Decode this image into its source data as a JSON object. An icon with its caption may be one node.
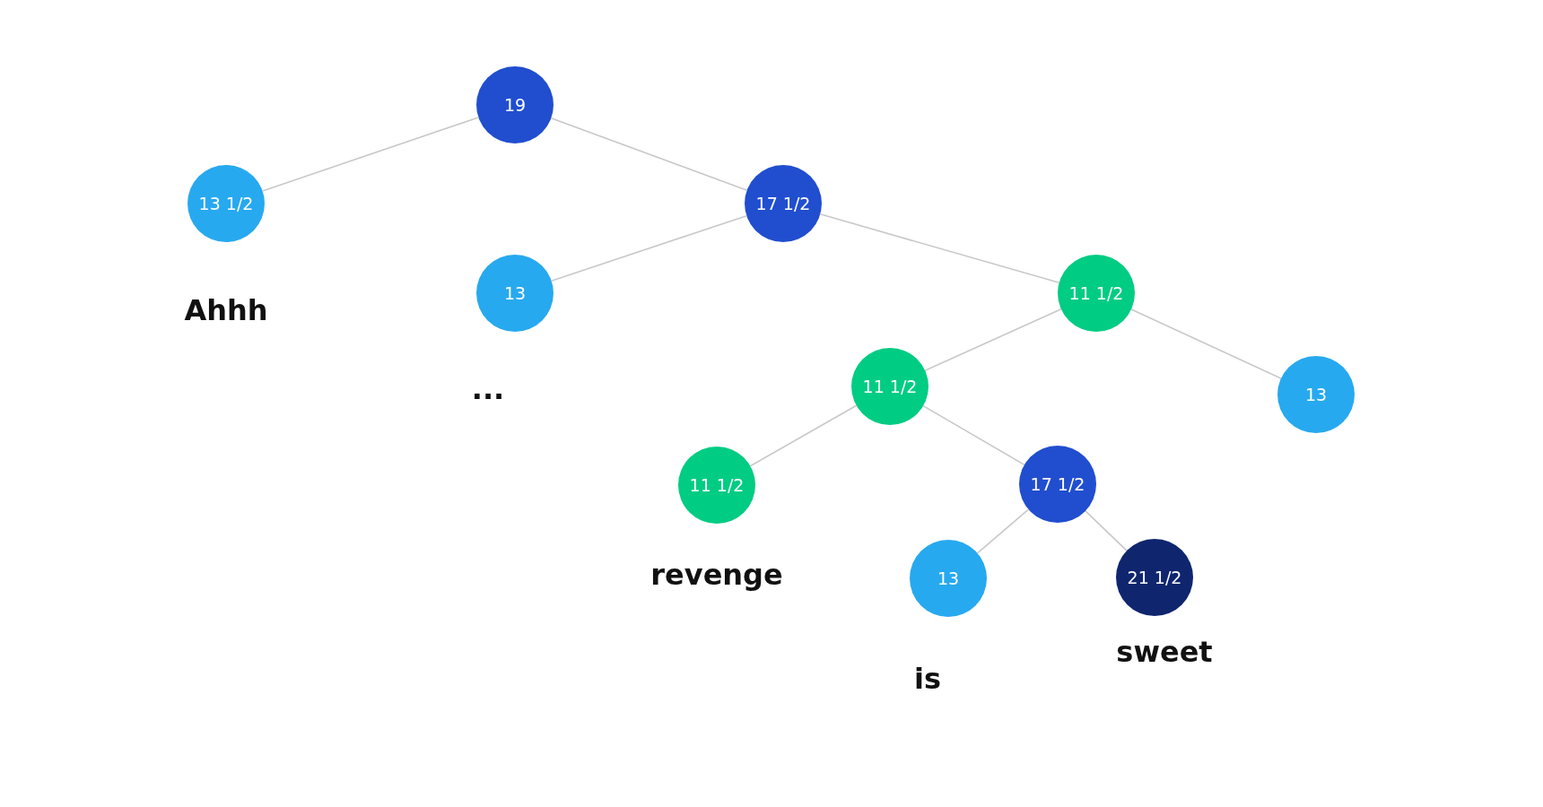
{
  "diagram": {
    "nodes": [
      {
        "text": [
          "19"
        ]
      },
      {
        "text": [
          "13 1/2"
        ],
        "beside": [
          "Ahhh"
        ]
      },
      {
        "text": [
          "17 1/2"
        ]
      },
      {
        "text": [
          "13"
        ],
        "beside": [
          "..."
        ]
      },
      {
        "text": [
          "11 1/2"
        ]
      },
      {
        "text": [
          "11 1/2"
        ]
      },
      {
        "text": [
          "13"
        ]
      },
      {
        "text": [
          "11 1/2"
        ],
        "beside": [
          "revenge"
        ]
      },
      {
        "text": [
          "17 1/2"
        ]
      },
      {
        "text": [
          "13"
        ],
        "beside": [
          "is"
        ]
      },
      {
        "text": [
          "21 1/2"
        ],
        "beside": [
          "sweet"
        ]
      }
    ],
    "edges": [
      {
        "from": 0,
        "to": 1,
        "arrow": "none"
      },
      {
        "from": 0,
        "to": 2,
        "arrow": "none"
      },
      {
        "from": 2,
        "to": 3,
        "arrow": "none"
      },
      {
        "from": 2,
        "to": 4,
        "arrow": "none"
      },
      {
        "from": 4,
        "to": 5,
        "arrow": "none"
      },
      {
        "from": 4,
        "to": 6,
        "arrow": "none"
      },
      {
        "from": 5,
        "to": 7,
        "arrow": "none"
      },
      {
        "from": 5,
        "to": 8,
        "arrow": "none"
      },
      {
        "from": 8,
        "to": 9,
        "arrow": "none"
      },
      {
        "from": 8,
        "to": 10,
        "arrow": "none"
      }
    ]
  }
}
